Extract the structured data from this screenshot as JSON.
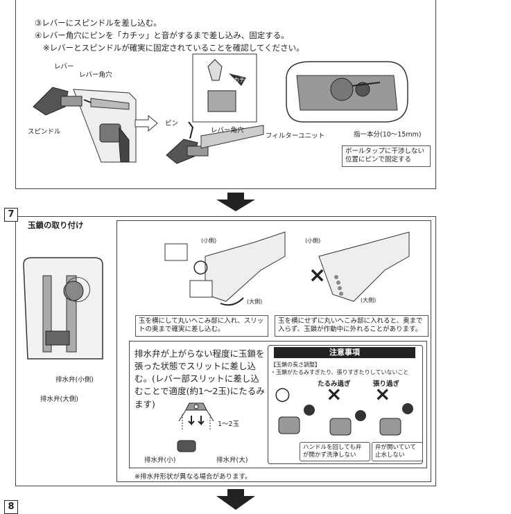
{
  "step6": {
    "line3": "③レバーにスピンドルを差し込む。",
    "line4": "④レバー角穴にピンを「カチッ」と音がするまで差し込み、固定する。",
    "line5": "※レバーとスピンドルが確実に固定されていることを確認してください。",
    "label_lever": "レバー",
    "label_lever_hole": "レバー角穴",
    "label_spindle": "スピンドル",
    "label_pin": "ピン",
    "label_lever_hole2": "レバー角穴",
    "label_click": "カチッ",
    "label_filter": "フィルターユニット",
    "label_finger": "指一本分(10〜15mm)",
    "note_ballltap": "ボールタップに干渉しない位置にピンで固定する"
  },
  "step7": {
    "number": "7",
    "title": "玉鎖の取り付け",
    "label_small_1": "(小側)",
    "label_large_1": "(大側)",
    "label_small_2": "(小側)",
    "label_large_2": "(大側)",
    "ok_note": "玉を横にして丸いへこみ部に入れ、スリットの奥まで確実に差し込む。",
    "ng_note": "玉を横にせずに丸いへこみ部に入れると、奥まで入らず、玉鎖が作動中に外れることがあります。",
    "label_valve_small": "排水弁(小側)",
    "label_valve_large": "排水弁(大側)",
    "instruction": "排水弁が上がらない程度に玉鎖を張った状態でスリットに差し込む。(レバー部スリットに差し込むことで適度(約1〜2玉)にたるみます)",
    "label_1_2": "1〜2玉",
    "label_small_valve": "排水弁(小)",
    "label_large_valve": "排水弁(大)",
    "caution_title": "注意事項",
    "caution_sub": "【玉鎖の長さ調整】",
    "caution_text": "・玉鎖がたるみすぎたり、張りすぎたりしていないこと",
    "label_slack": "たるみ過ぎ",
    "label_tight": "張り過ぎ",
    "note_slack": "ハンドルを回しても弁が開かず洗浄しない",
    "note_tight": "弁が開いていて止水しない",
    "footnote": "※排水弁形状が異なる場合があります。",
    "mark_ok": "○",
    "mark_ng": "×",
    "mark_ng2": "×",
    "mark_ng3": "×",
    "mark_ok2": "○"
  },
  "step8": {
    "number": "8"
  }
}
